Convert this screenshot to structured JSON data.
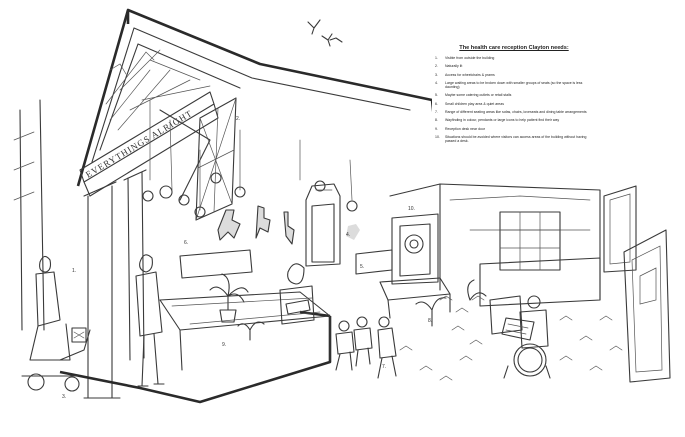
{
  "needs": {
    "title": "The health care reception Clayton needs:",
    "items": [
      {
        "num": "1.",
        "text": "Visible from outside the building"
      },
      {
        "num": "2.",
        "text": "Naturally lit"
      },
      {
        "num": "3.",
        "text": "Access for wheelchairs & prams"
      },
      {
        "num": "4.",
        "text": "Large waiting areas to be broken down with smaller groups of seats (so the space is less daunting)"
      },
      {
        "num": "5.",
        "text": "Maybe some catering outlets or retail stalls"
      },
      {
        "num": "6.",
        "text": "Small children play area & quiet areas"
      },
      {
        "num": "7.",
        "text": "Range of different seating areas like sofas, chairs, loveseats and dining table arrangements"
      },
      {
        "num": "8.",
        "text": "Wayfinding in colour, pendants or large icons to help patient find their way"
      },
      {
        "num": "9.",
        "text": "Reception desk near door"
      },
      {
        "num": "10.",
        "text": "Situations should be avoided where visitors can access areas of the building without having passed a desk."
      }
    ]
  },
  "scene": {
    "facade_inscription": "EVERYTHINGS ALRIGHT",
    "callouts": {
      "c1": "1.",
      "c2": "2.",
      "c3": "3.",
      "c4": "4.",
      "c5": "5.",
      "c6": "6.",
      "c7": "7.",
      "c8": "8.",
      "c9": "9.",
      "c10": "10."
    }
  }
}
